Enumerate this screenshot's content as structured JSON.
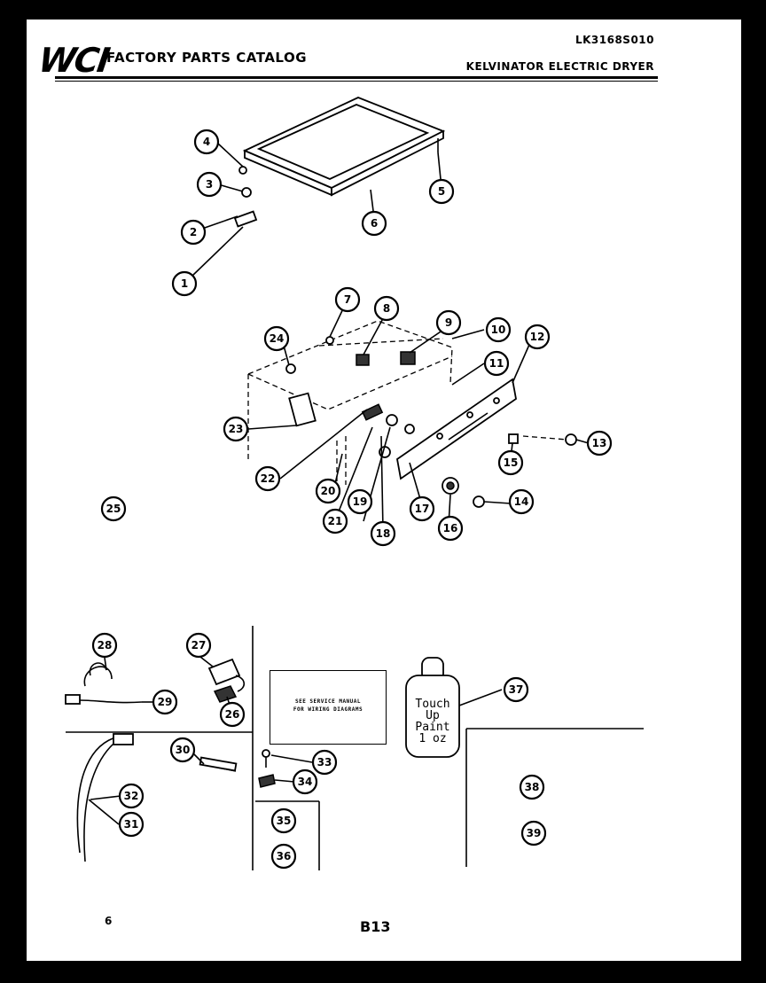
{
  "header": {
    "logo": "WCI",
    "title": "FACTORY PARTS CATALOG",
    "model_number": "LK3168S010",
    "product": "KELVINATOR ELECTRIC DRYER"
  },
  "diagram": {
    "callouts": [
      "1",
      "2",
      "3",
      "4",
      "5",
      "6",
      "7",
      "8",
      "9",
      "10",
      "11",
      "12",
      "13",
      "14",
      "15",
      "16",
      "17",
      "18",
      "19",
      "20",
      "21",
      "22",
      "23",
      "24",
      "25",
      "26",
      "27",
      "28",
      "29",
      "30",
      "31",
      "32",
      "33",
      "34",
      "35",
      "36",
      "37",
      "38",
      "39"
    ],
    "note_box_lines": [
      "SEE SERVICE MANUAL",
      "FOR WIRING DIAGRAMS"
    ],
    "bottle_label": [
      "Touch",
      "Up",
      "Paint",
      "1 oz"
    ]
  },
  "footer": {
    "page_number": "6",
    "page_code": "B13"
  }
}
